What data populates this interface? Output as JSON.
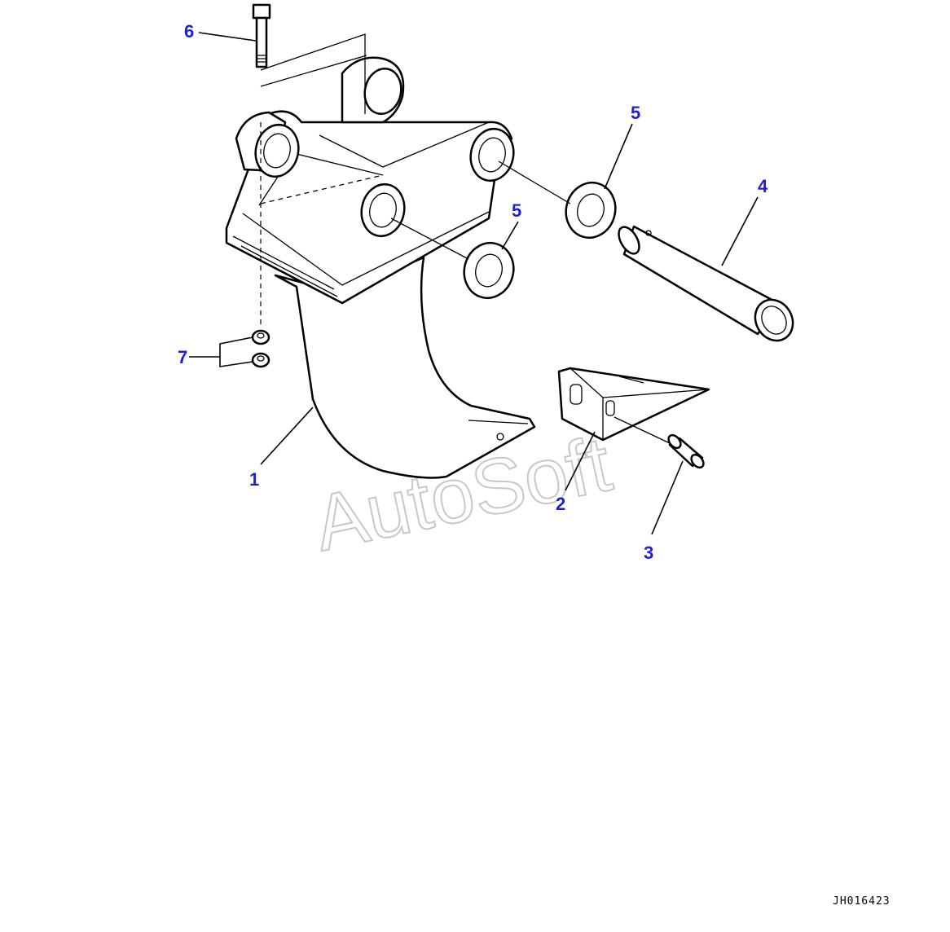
{
  "diagram": {
    "callouts": [
      {
        "id": "1",
        "label": "1"
      },
      {
        "id": "2",
        "label": "2"
      },
      {
        "id": "3",
        "label": "3"
      },
      {
        "id": "4",
        "label": "4"
      },
      {
        "id": "5a",
        "label": "5"
      },
      {
        "id": "5b",
        "label": "5"
      },
      {
        "id": "6",
        "label": "6"
      },
      {
        "id": "7",
        "label": "7"
      }
    ],
    "watermark": "AutoSoft",
    "reference_code": "JH016423",
    "colors": {
      "callout": "#1f1fd6",
      "line": "#000000",
      "watermark": "#c8c8c8"
    }
  }
}
